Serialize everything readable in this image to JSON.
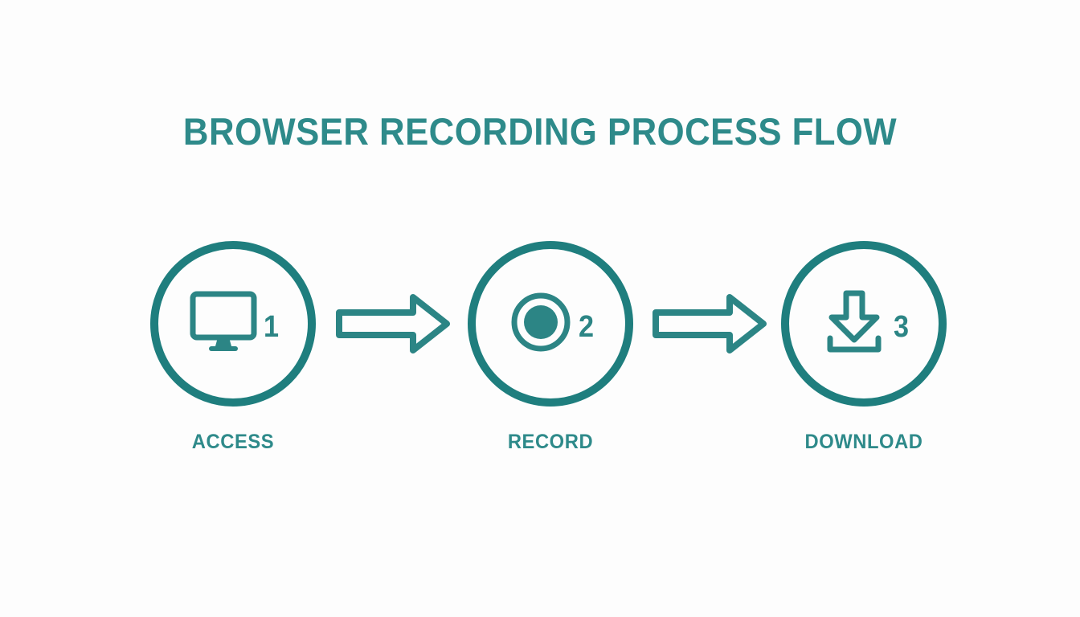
{
  "page": {
    "title": "BROWSER RECORDING PROCESS FLOW",
    "background_color": "#fdfdfd",
    "accent_color": "#2e8a8a",
    "ring_color": "#1f7e7e"
  },
  "steps": [
    {
      "number": "1",
      "label": "ACCESS",
      "icon": "monitor-icon"
    },
    {
      "number": "2",
      "label": "RECORD",
      "icon": "record-dot-icon"
    },
    {
      "number": "3",
      "label": "DOWNLOAD",
      "icon": "download-arrow-icon"
    }
  ],
  "connectors": [
    {
      "icon": "arrow-right-icon"
    },
    {
      "icon": "arrow-right-icon"
    }
  ]
}
